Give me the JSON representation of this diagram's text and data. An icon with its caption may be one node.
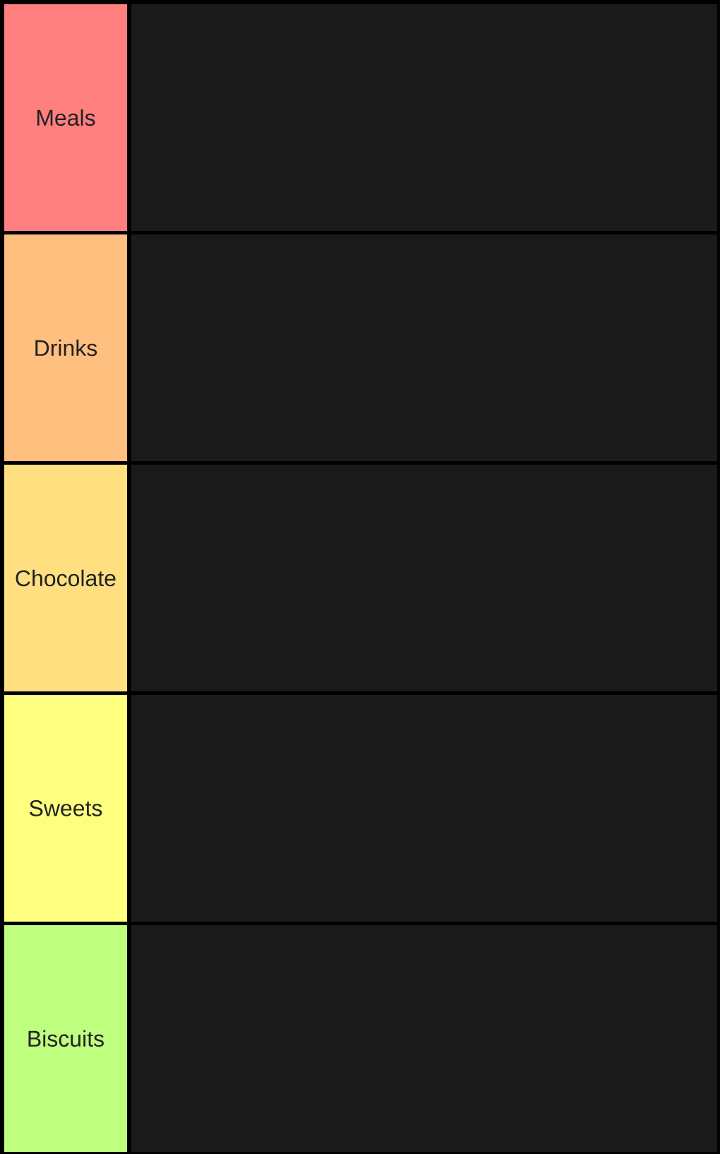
{
  "diagram": {
    "nodes": [
      {
        "text": [
          "Meals"
        ]
      },
      {
        "text": [
          "Drinks"
        ]
      },
      {
        "text": [
          "Chocolate"
        ]
      },
      {
        "text": [
          "Sweets"
        ]
      },
      {
        "text": [
          "Biscuits"
        ]
      }
    ]
  }
}
